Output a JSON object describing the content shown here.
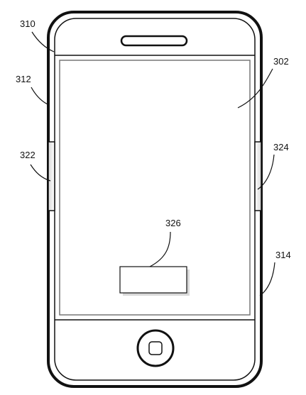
{
  "figure": {
    "labels": {
      "housing": "310",
      "screen": "302",
      "side_edge": "312",
      "left_button": "322",
      "right_button": "324",
      "on_screen_button": "326",
      "frame_edge": "314"
    },
    "colors": {
      "line": "#111111",
      "background": "#ffffff",
      "screen_edge": "#777777",
      "shadow": "#bbbbbb"
    }
  }
}
